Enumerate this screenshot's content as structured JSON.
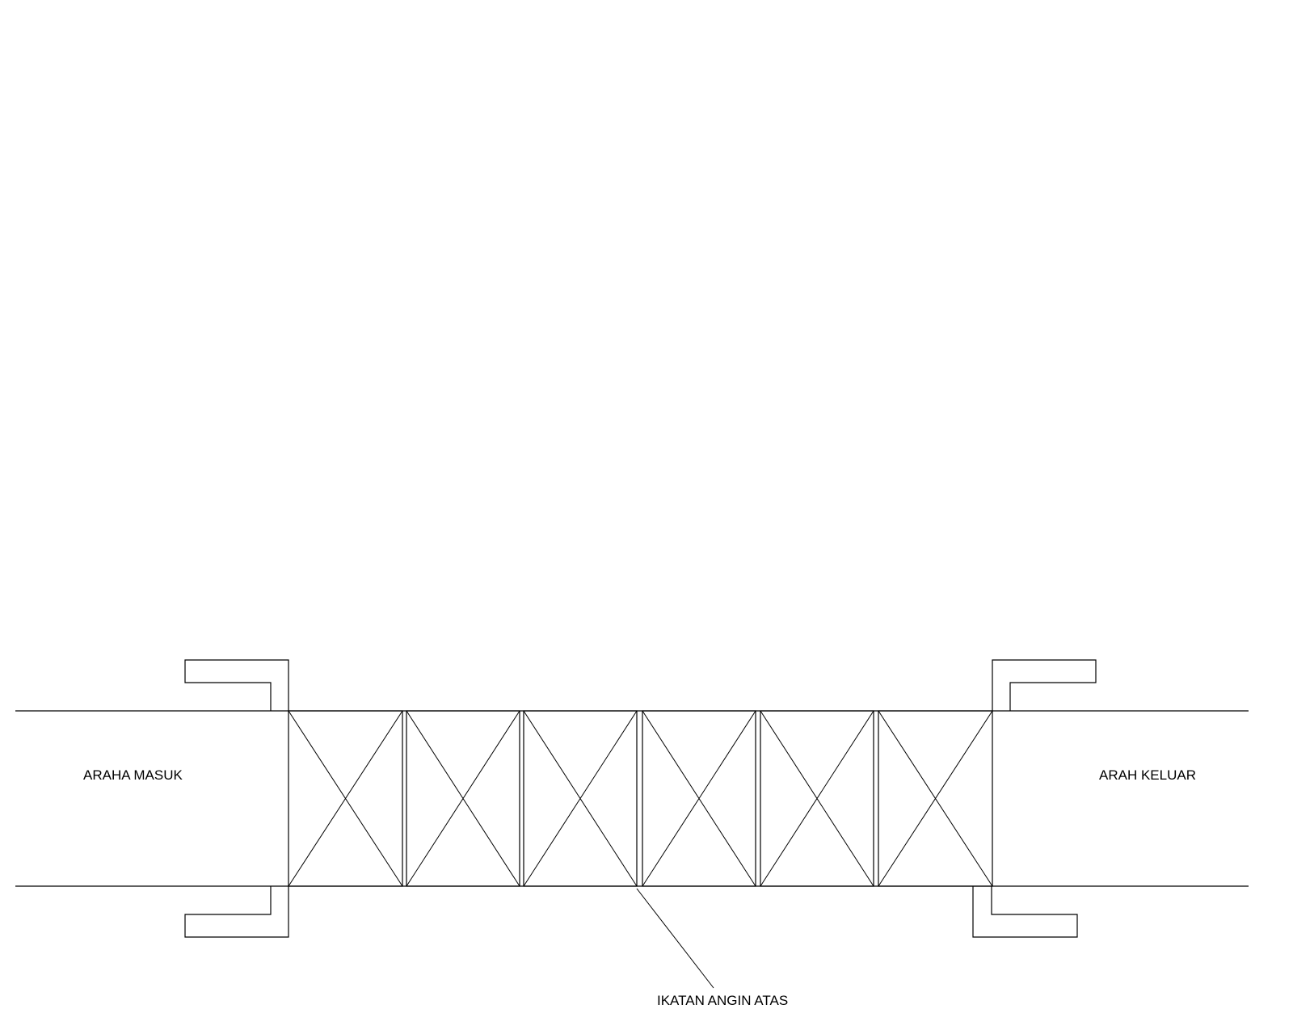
{
  "labels": {
    "inlet": "ARAHA MASUK",
    "outlet": "ARAH KELUAR",
    "bracing": "IKATAN ANGIN ATAS"
  },
  "bridge": {
    "segment_count": 6,
    "colors": {
      "line": "#000000",
      "background": "#ffffff"
    }
  }
}
